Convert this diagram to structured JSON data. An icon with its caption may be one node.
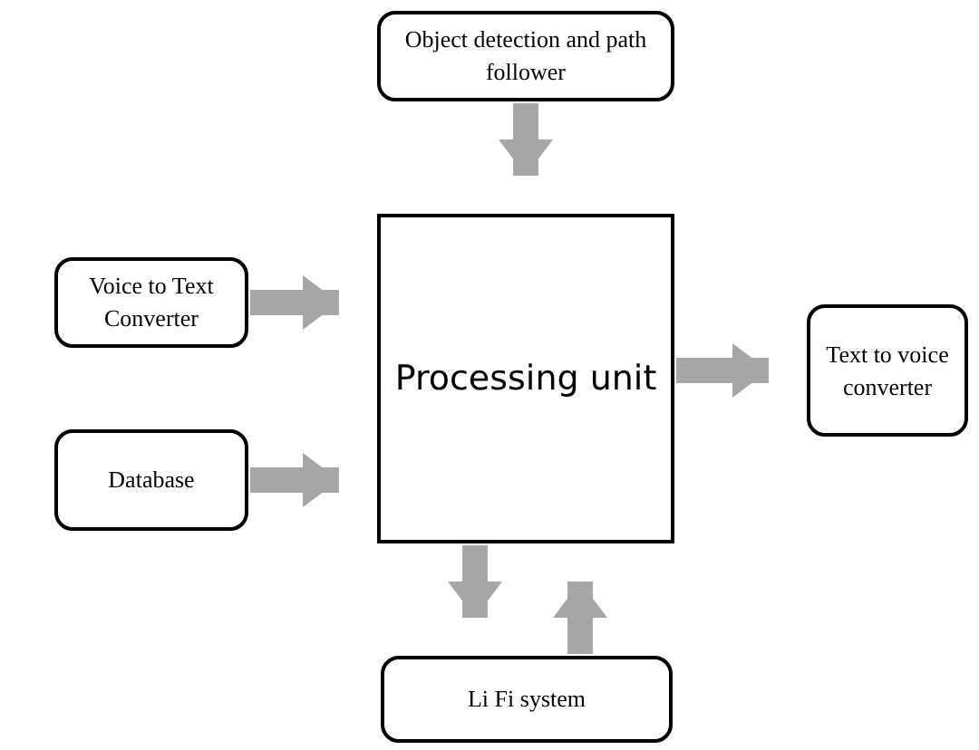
{
  "diagram": {
    "nodes": [
      {
        "text": [
          "Object detection and path follower"
        ]
      },
      {
        "text": [
          "Voice to Text Converter"
        ]
      },
      {
        "text": [
          "Database"
        ]
      },
      {
        "text": [
          "Processing unit"
        ]
      },
      {
        "text": [
          "Text to voice converter"
        ]
      },
      {
        "text": [
          "Li Fi system"
        ]
      }
    ],
    "edges": [
      {
        "from": 0,
        "to": 3,
        "arrow": "to"
      },
      {
        "from": 1,
        "to": 3,
        "arrow": "to"
      },
      {
        "from": 2,
        "to": 3,
        "arrow": "to"
      },
      {
        "from": 3,
        "to": 4,
        "arrow": "to"
      },
      {
        "from": 3,
        "to": 5,
        "arrow": "to"
      },
      {
        "from": 5,
        "to": 3,
        "arrow": "to"
      }
    ]
  }
}
